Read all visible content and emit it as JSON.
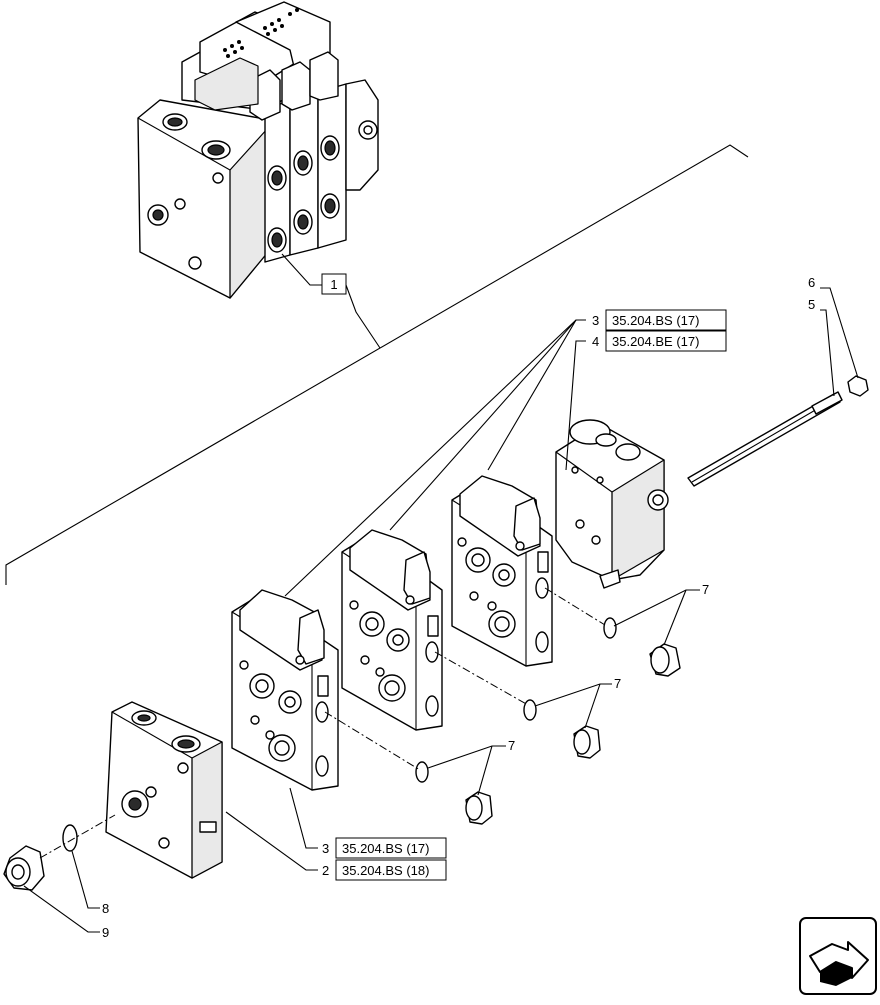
{
  "callouts": {
    "c1": "1",
    "c2": "2",
    "c3a": "3",
    "c3b": "3",
    "c4": "4",
    "c5": "5",
    "c6": "6",
    "c7a": "7",
    "c7b": "7",
    "c7c": "7",
    "c8": "8",
    "c9": "9"
  },
  "references": {
    "r3a": "35.204.BS (17)",
    "r4": "35.204.BE (17)",
    "r3b": "35.204.BS (17)",
    "r2": "35.204.BS (18)"
  },
  "nav_icon": "next-page-arrow-icon"
}
